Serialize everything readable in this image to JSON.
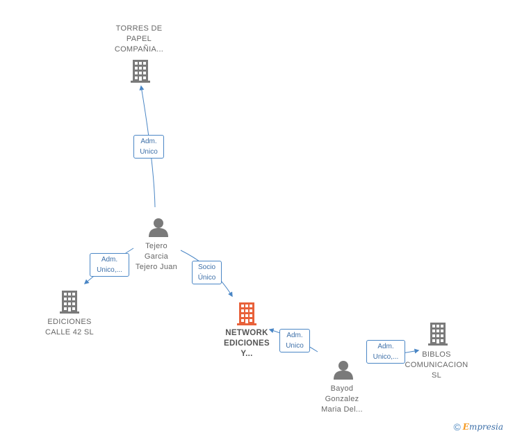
{
  "nodes": {
    "torres": {
      "label": [
        "TORRES DE",
        "PAPEL",
        "COMPAÑIA..."
      ]
    },
    "tejero": {
      "label": [
        "Tejero",
        "Garcia",
        "Tejero Juan"
      ]
    },
    "ediciones": {
      "label": [
        "EDICIONES",
        "CALLE 42  SL"
      ]
    },
    "network": {
      "label": [
        "NETWORK",
        "EDICIONES",
        "Y..."
      ]
    },
    "bayod": {
      "label": [
        "Bayod",
        "Gonzalez",
        "Maria Del..."
      ]
    },
    "biblos": {
      "label": [
        "BIBLOS",
        "COMUNICACION",
        "SL"
      ]
    }
  },
  "edges": {
    "tejero_torres": [
      "Adm.",
      "Unico"
    ],
    "tejero_ediciones": [
      "Adm.",
      "Unico,..."
    ],
    "tejero_network": [
      "Socio",
      "Único"
    ],
    "bayod_network": [
      "Adm.",
      "Unico"
    ],
    "bayod_biblos": [
      "Adm.",
      "Unico,..."
    ]
  },
  "colors": {
    "company": "#7a7a7a",
    "focus_company": "#e8613a",
    "person": "#7a7a7a",
    "edge": "#4a86c5"
  },
  "icons": {
    "company": "building-icon",
    "person": "person-icon"
  },
  "footer": {
    "copyright": "©",
    "brand_initial": "E",
    "brand_rest": "mpresia"
  }
}
